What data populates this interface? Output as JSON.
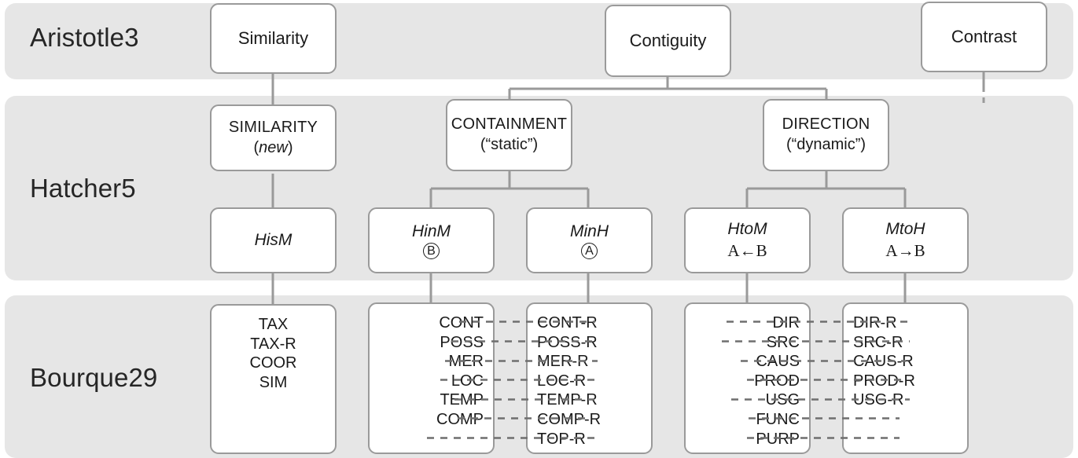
{
  "diagram": {
    "title": "Alignment of discourse-relation taxonomies across three frameworks",
    "colors": {
      "band_fill": "#e6e6e6",
      "node_fill": "#ffffff",
      "node_stroke": "#9a9a9a",
      "text": "#1a1a1a",
      "connector": "#9a9a9a",
      "dashed_connector": "#7a7a7a"
    }
  },
  "bands": [
    {
      "id": "aristotle",
      "label": "Aristotle3"
    },
    {
      "id": "hatcher",
      "label": "Hatcher5"
    },
    {
      "id": "bourque",
      "label": "Bourque29"
    }
  ],
  "top_nodes": [
    {
      "id": "similarity",
      "label": "Similarity"
    },
    {
      "id": "contiguity",
      "label": "Contiguity"
    },
    {
      "id": "contrast",
      "label": "Contrast"
    }
  ],
  "mid_nodes": [
    {
      "id": "similarity-cap",
      "line1": "SIMILARITY",
      "line2": "(new)",
      "line2_style": "italic-paren"
    },
    {
      "id": "containment",
      "line1": "CONTAINMENT",
      "line2": "(“static”)",
      "line2_style": "plain"
    },
    {
      "id": "direction",
      "line1": "DIRECTION",
      "line2": "(“dynamic”)",
      "line2_style": "plain"
    }
  ],
  "leaf_nodes": [
    {
      "id": "hism",
      "line1": "HisM",
      "line2": "",
      "badge": ""
    },
    {
      "id": "hinm",
      "line1": "HinM",
      "line2": "",
      "badge": "B"
    },
    {
      "id": "minh",
      "line1": "MinH",
      "line2": "",
      "badge": "A"
    },
    {
      "id": "htom",
      "line1": "HtoM",
      "line2": "A←B",
      "badge": ""
    },
    {
      "id": "mtoh",
      "line1": "MtoH",
      "line2": "A→B",
      "badge": ""
    }
  ],
  "leaf_lists": [
    {
      "id": "sim-list",
      "align": "center",
      "items": [
        "TAX",
        "TAX-R",
        "COOR",
        "SIM"
      ]
    },
    {
      "id": "hinm-list",
      "align": "right",
      "items": [
        "CONT",
        "POSS",
        "MER",
        "LOC",
        "TEMP",
        "COMP",
        ""
      ]
    },
    {
      "id": "minh-list",
      "align": "left",
      "items": [
        "CONT-R",
        "POSS-R",
        "MER-R",
        "LOC-R",
        "TEMP-R",
        "COMP-R",
        "TOP-R"
      ]
    },
    {
      "id": "htom-list",
      "align": "right",
      "items": [
        "DIR",
        "SRC",
        "CAUS",
        "PROD",
        "USG",
        "FUNC",
        "PURP"
      ]
    },
    {
      "id": "mtoh-list",
      "align": "left",
      "items": [
        "DIR-R",
        "SRC-R",
        "CAUS-R",
        "PROD-R",
        "USG-R",
        "",
        ""
      ]
    }
  ],
  "dashed_pairs": [
    {
      "left": "CONT",
      "right": "CONT-R"
    },
    {
      "left": "POSS",
      "right": "POSS-R"
    },
    {
      "left": "MER",
      "right": "MER-R"
    },
    {
      "left": "LOC",
      "right": "LOC-R"
    },
    {
      "left": "TEMP",
      "right": "TEMP-R"
    },
    {
      "left": "COMP",
      "right": "COMP-R"
    },
    {
      "left": "",
      "right": "TOP-R"
    },
    {
      "left": "DIR",
      "right": "DIR-R"
    },
    {
      "left": "SRC",
      "right": "SRC-R"
    },
    {
      "left": "CAUS",
      "right": "CAUS-R"
    },
    {
      "left": "PROD",
      "right": "PROD-R"
    },
    {
      "left": "USG",
      "right": "USG-R"
    },
    {
      "left": "FUNC",
      "right": ""
    },
    {
      "left": "PURP",
      "right": ""
    }
  ]
}
